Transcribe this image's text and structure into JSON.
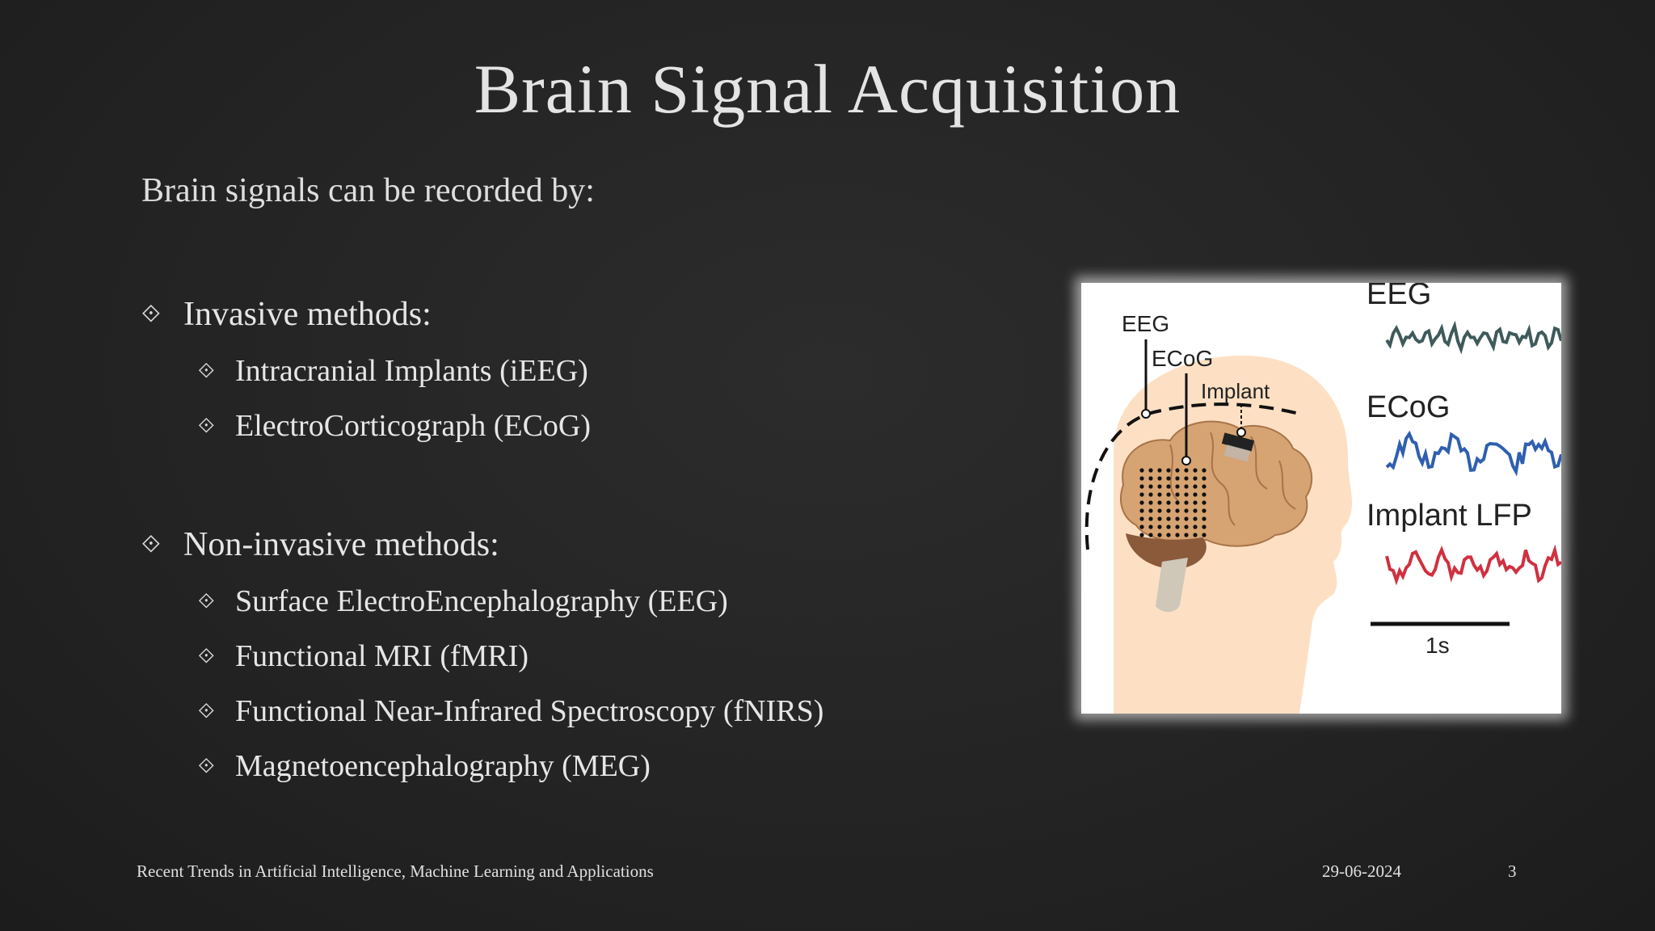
{
  "slide": {
    "title": "Brain Signal Acquisition",
    "intro": "Brain signals can be recorded by:",
    "sections": [
      {
        "heading": "Invasive methods:",
        "items": [
          "Intracranial Implants (iEEG)",
          "ElectroCorticograph (ECoG)"
        ]
      },
      {
        "heading": "Non-invasive methods:",
        "items": [
          "Surface ElectroEncephalography (EEG)",
          "Functional MRI (fMRI)",
          "Functional Near-Infrared Spectroscopy (fNIRS)",
          "Magnetoencephalography (MEG)"
        ]
      }
    ],
    "bullet_glyph": "⟐"
  },
  "figure": {
    "left_labels": {
      "eeg": "EEG",
      "ecog": "ECoG",
      "implant": "Implant"
    },
    "signal_labels": {
      "eeg": "EEG",
      "ecog": "ECoG",
      "lfp": "Implant LFP"
    },
    "scale_label": "1s",
    "colors": {
      "eeg": "#3f5a5a",
      "ecog": "#2f5fb0",
      "lfp": "#d03040",
      "skin": "#fde0c4",
      "brain": "#d6a373",
      "cerebellum": "#8a5a3a"
    }
  },
  "footer": {
    "conference": "Recent Trends in Artificial Intelligence, Machine Learning and Applications",
    "date": "29-06-2024",
    "page": "3"
  }
}
